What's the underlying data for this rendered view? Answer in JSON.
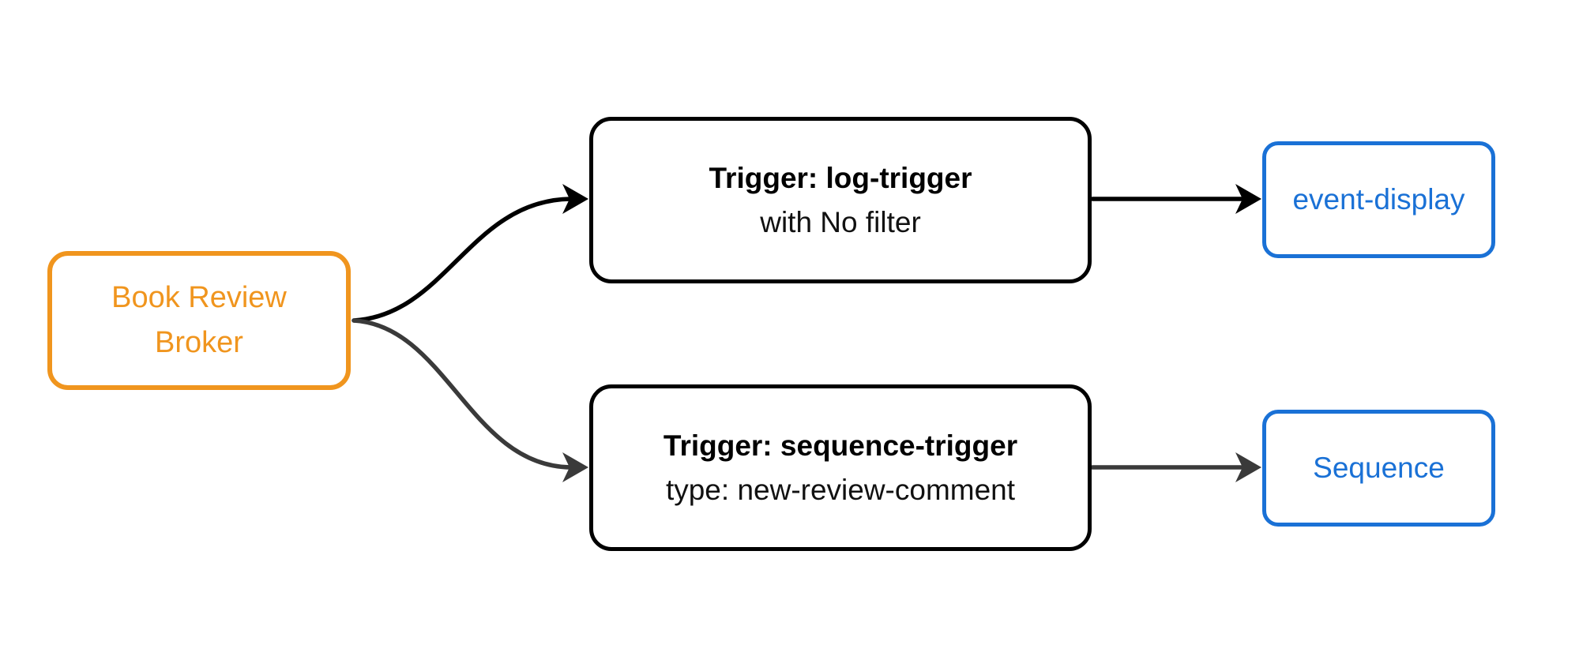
{
  "diagram": {
    "type": "flowchart",
    "direction": "left-to-right",
    "background": "#ffffff",
    "broker": {
      "label": "Book Review Broker",
      "accent_color": "#F0951E"
    },
    "triggers": [
      {
        "title": "Trigger: log-trigger",
        "subtitle": "with No filter"
      },
      {
        "title": "Trigger: sequence-trigger",
        "subtitle": "type: new-review-comment"
      }
    ],
    "sinks": [
      {
        "label": "event-display"
      },
      {
        "label": "Sequence"
      }
    ],
    "edges": [
      {
        "from": "Book Review Broker",
        "to": "Trigger: log-trigger",
        "color": "#000000",
        "style": "curved"
      },
      {
        "from": "Book Review Broker",
        "to": "Trigger: sequence-trigger",
        "color": "#3A3A3A",
        "style": "curved"
      },
      {
        "from": "Trigger: log-trigger",
        "to": "event-display",
        "color": "#000000",
        "style": "straight"
      },
      {
        "from": "Trigger: sequence-trigger",
        "to": "Sequence",
        "color": "#3A3A3A",
        "style": "straight"
      }
    ],
    "colors": {
      "broker_accent": "#F0951E",
      "sink_accent": "#1A71D6",
      "trigger_border": "#000000",
      "edge_top": "#000000",
      "edge_bottom": "#3A3A3A",
      "text": "#111111"
    }
  }
}
